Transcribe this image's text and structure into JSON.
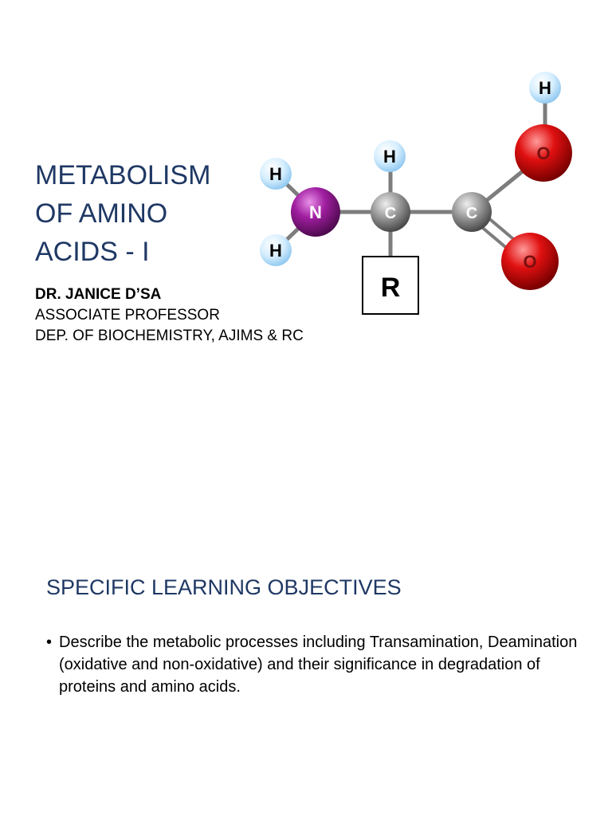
{
  "slide1": {
    "title_lines": [
      "METABOLISM",
      "OF AMINO",
      "ACIDS - I"
    ],
    "author": {
      "name": "DR. JANICE D’SA",
      "position": "ASSOCIATE PROFESSOR",
      "department": "DEP. OF BIOCHEMISTRY, AJIMS & RC"
    },
    "molecule": {
      "atoms": {
        "h_top_right": "H",
        "o_hydroxyl": "O",
        "h_alpha": "H",
        "h_amino_top": "H",
        "n": "N",
        "c_alpha": "C",
        "c_carboxyl": "C",
        "h_amino_bottom": "H",
        "o_carbonyl": "O",
        "r_group": "R"
      },
      "colors": {
        "hydrogen": "#bfe3fb",
        "nitrogen": "#8b1a8b",
        "carbon": "#8c8c8c",
        "oxygen": "#d40f0f",
        "bond": "#7d7d7d"
      }
    }
  },
  "slide2": {
    "heading": "SPECIFIC LEARNING OBJECTIVES",
    "bullets": [
      "Describe the metabolic processes including Transamination, Deamination (oxidative and non-oxidative) and their significance in degradation of proteins and amino acids."
    ],
    "bullet_symbol": "•"
  },
  "colors": {
    "heading": "#1f3864",
    "text": "#000000",
    "background": "#ffffff"
  }
}
